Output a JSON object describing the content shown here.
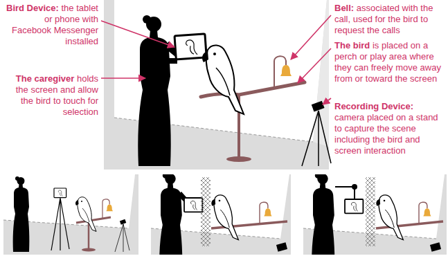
{
  "diagram": {
    "labels": [
      "Bird Device:",
      "the tablet or phone with Facebook Messenger installed",
      "The caregiver",
      "holds the screen and allow the bird to touch for selection",
      "Bell:",
      "associated with the call, used for the bird to request the calls",
      "The bird",
      "is placed on a perch or play area where they can freely move away from or toward the screen",
      "Recording Device:",
      "camera placed on a stand to capture the scene including the bird and screen interaction"
    ]
  }
}
